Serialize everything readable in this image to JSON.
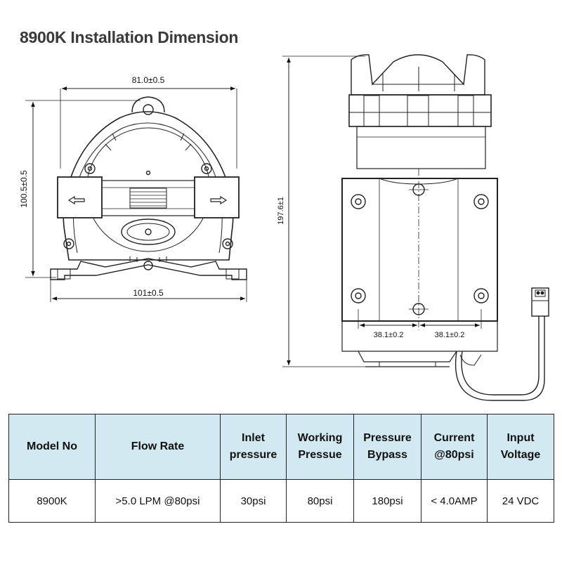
{
  "title": "8900K Installation Dimension",
  "dimensions": {
    "front_width_top": "81.0±0.5",
    "front_height": "100.5±0.5",
    "front_width_base": "101±0.5",
    "side_height": "197.6±1",
    "mount_left": "38.1±0.2",
    "mount_right": "38.1±0.2"
  },
  "table": {
    "headers": [
      [
        "Model No"
      ],
      [
        "Flow Rate"
      ],
      [
        "Inlet",
        "pressure"
      ],
      [
        "Working",
        "Pressue"
      ],
      [
        "Pressure",
        "Bypass"
      ],
      [
        "Current",
        "@80psi"
      ],
      [
        "Input",
        "Voltage"
      ]
    ],
    "row": [
      "8900K",
      ">5.0 LPM @80psi",
      "30psi",
      "80psi",
      "180psi",
      "< 4.0AMP",
      "24 VDC"
    ]
  }
}
